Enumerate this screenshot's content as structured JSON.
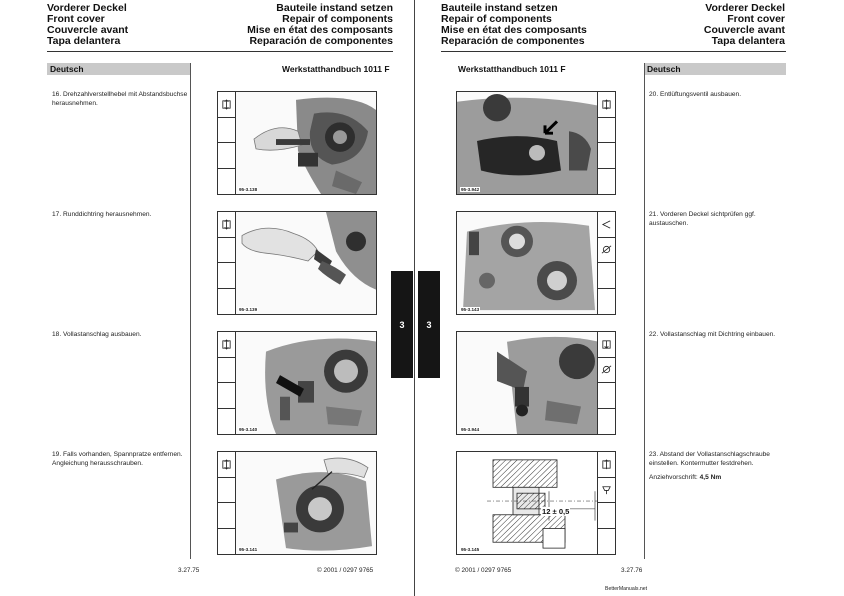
{
  "header": {
    "left_titles": [
      "Vorderer Deckel",
      "Front cover",
      "Couvercle avant",
      "Tapa delantera"
    ],
    "right_titles": [
      "Bauteile instand setzen",
      "Repair of components",
      "Mise en état des composants",
      "Reparación de componentes"
    ]
  },
  "left_page": {
    "section_label": "Deutsch",
    "doc_title": "Werkstatthandbuch 1011 F",
    "steps": [
      {
        "number": "16.",
        "text": "Drehzahlverstellhebel mit Abstandsbuchse herausnehmen.",
        "figure": "95-3.138"
      },
      {
        "number": "17.",
        "text": "Runddichtring herausnehmen.",
        "figure": "95-3.139"
      },
      {
        "number": "18.",
        "text": "Vollastanschlag ausbauen.",
        "figure": "95-3.140"
      },
      {
        "number": "19.",
        "text": "Falls vorhanden, Spannpratze entfernen. Angleichung herausschrauben.",
        "figure": "95-3.141"
      }
    ],
    "page_number": "3.27.75",
    "copyright": "© 2001 / 0297 9765",
    "tab_label": "3"
  },
  "right_page": {
    "section_label": "Deutsch",
    "doc_title": "Werkstatthandbuch 1011 F",
    "steps": [
      {
        "number": "20.",
        "text": "Entlüftungsventil ausbauen.",
        "figure": "95-3.942"
      },
      {
        "number": "21.",
        "text": "Vorderen Deckel sichtprüfen ggf. austauschen.",
        "figure": "95-3.143"
      },
      {
        "number": "22.",
        "text": "Vollastanschlag mit Dichtring einbauen.",
        "figure": "95-3.944"
      },
      {
        "number": "23.",
        "text": "Abstand der Vollastanschlagschraube einstellen. Kontermutter festdrehen.",
        "figure": "95-3.145",
        "spec_label": "Anziehvorschrift:",
        "spec_value": "4,5 Nm",
        "dimension": "12 ± 0,5"
      }
    ],
    "copyright": "© 2001 / 0297 9765",
    "page_number": "3.27.76",
    "tab_label": "3",
    "brand": "BetterManuals.net"
  },
  "icons": [
    "remove-icon",
    "inspect-icon",
    "install-icon",
    "adjust-icon"
  ]
}
